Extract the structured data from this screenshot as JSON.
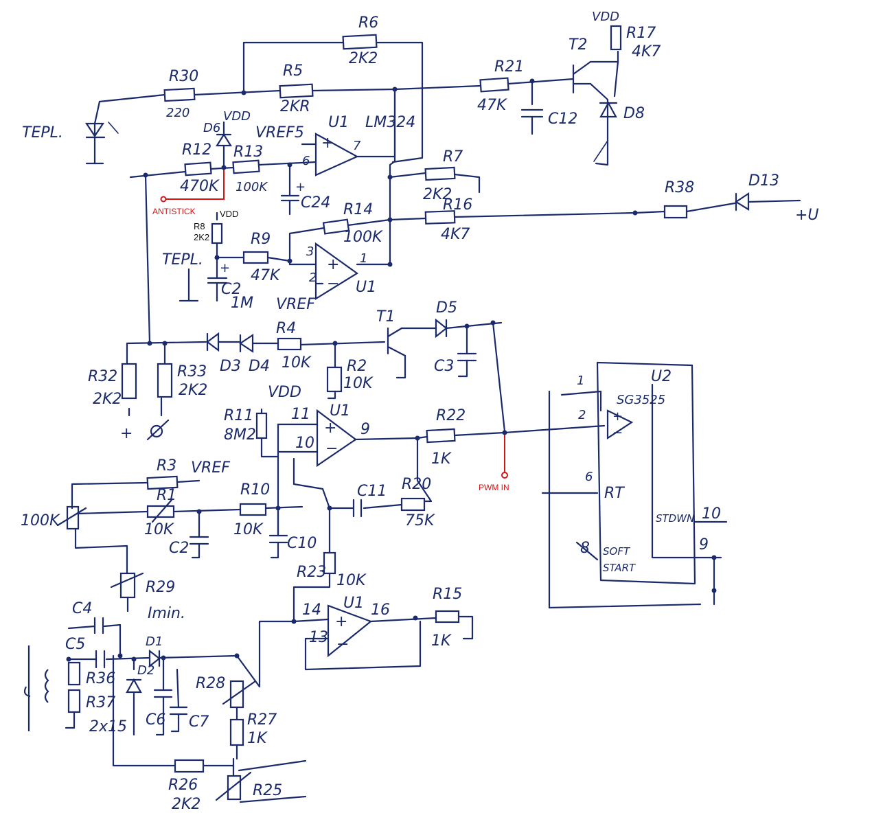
{
  "components": {
    "r6": {
      "ref": "R6",
      "value": "2K2"
    },
    "r30": {
      "ref": "R30",
      "value": "220"
    },
    "r5": {
      "ref": "R5",
      "value": "2KR"
    },
    "r21": {
      "ref": "R21",
      "value": "47K"
    },
    "c12": {
      "ref": "C12"
    },
    "t2": {
      "ref": "T2"
    },
    "r17": {
      "ref": "R17",
      "value": "4K7"
    },
    "d8": {
      "ref": "D8"
    },
    "vdd_top": "VDD",
    "tepl_top": "TEPL.",
    "d6": {
      "ref": "D6",
      "vdd": "VDD"
    },
    "r12": {
      "ref": "R12",
      "value": "470K"
    },
    "r13": {
      "ref": "R13",
      "value": "100K"
    },
    "vref5": "VREF5",
    "u1_top": {
      "ref": "U1",
      "part": "LM324",
      "pin_plus": "+",
      "pin_minus": "6",
      "pin_out": "7"
    },
    "c24": {
      "ref": "C24"
    },
    "r7": {
      "ref": "R7",
      "value": "2K2"
    },
    "r16": {
      "ref": "R16",
      "value": "4K7"
    },
    "r38": {
      "ref": "R38"
    },
    "d13": {
      "ref": "D13"
    },
    "plus_out": "+U",
    "r8": {
      "ref": "R8",
      "value": "2K2",
      "vdd": "VDD"
    },
    "r14": {
      "ref": "R14",
      "value": "100K"
    },
    "tepl_mid": "TEPL.",
    "r9": {
      "ref": "R9",
      "value": "47K"
    },
    "u1_mid": {
      "ref": "U1",
      "pin3": "3",
      "pin2": "2",
      "pin_out": "1",
      "vref": "VREF"
    },
    "c2a": {
      "ref": "C2",
      "value": "1M"
    },
    "t1": {
      "ref": "T1"
    },
    "d5": {
      "ref": "D5"
    },
    "c3": {
      "ref": "C3"
    },
    "d3": {
      "ref": "D3"
    },
    "d4": {
      "ref": "D4"
    },
    "r4": {
      "ref": "R4",
      "value": "10K"
    },
    "r2": {
      "ref": "R2",
      "value": "10K"
    },
    "r32": {
      "ref": "R32",
      "value": "2K2"
    },
    "r33": {
      "ref": "R33",
      "value": "2K2"
    },
    "plus_minus": "+",
    "vdd_mid": "VDD",
    "r11": {
      "ref": "R11",
      "value": "8M2"
    },
    "u1_low": {
      "ref": "U1",
      "pin11": "11",
      "pin10": "10",
      "pin_out": "9"
    },
    "r22": {
      "ref": "R22",
      "value": "1K"
    },
    "u2": {
      "ref": "U2",
      "part": "SG3525",
      "pin1": "1",
      "pin2": "2",
      "pin6": "6",
      "rt": "RT",
      "pin8": "8",
      "soft": "SOFT",
      "start": "START",
      "stdown": "STDWN",
      "pin10": "10",
      "pin9": "9"
    },
    "r3": {
      "ref": "R3",
      "vref": "VREF"
    },
    "pot": {
      "value": "100K"
    },
    "r1": {
      "ref": "R1",
      "value": "10K"
    },
    "r10": {
      "ref": "R10",
      "value": "10K"
    },
    "c2b": {
      "ref": "C2"
    },
    "c10": {
      "ref": "C10"
    },
    "c11": {
      "ref": "C11"
    },
    "r20": {
      "ref": "R20",
      "value": "75K"
    },
    "r29": {
      "ref": "R29",
      "note": "Imin."
    },
    "r23": {
      "ref": "R23",
      "value": "10K"
    },
    "u1_bot": {
      "ref": "U1",
      "pin14": "14",
      "pin13": "13",
      "pin_out": "16"
    },
    "r15": {
      "ref": "R15",
      "value": "1K"
    },
    "c4": {
      "ref": "C4"
    },
    "c5": {
      "ref": "C5"
    },
    "d1": {
      "ref": "D1"
    },
    "d2": {
      "ref": "D2"
    },
    "r36": {
      "ref": "R36"
    },
    "r37": {
      "ref": "R37",
      "value": "2x15"
    },
    "c6": {
      "ref": "C6"
    },
    "c7": {
      "ref": "C7"
    },
    "r28": {
      "ref": "R28"
    },
    "r27": {
      "ref": "R27",
      "value": "1K"
    },
    "r26": {
      "ref": "R26",
      "value": "2K2"
    },
    "r25": {
      "ref": "R25"
    }
  },
  "annotations": {
    "antistick": "ANTISTICK",
    "pwm_in": "PWM IN"
  },
  "colors": {
    "ink": "#1b2a6b",
    "annotation": "#d21414"
  }
}
